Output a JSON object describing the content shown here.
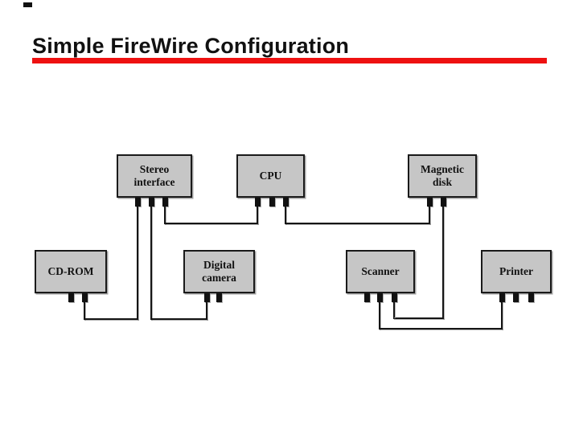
{
  "slide": {
    "title": "Simple FireWire Configuration"
  },
  "colors": {
    "accent_red": "#ee1111",
    "title_text": "#111111",
    "box_fill": "#c6c6c6",
    "box_border": "#1a1a1a",
    "wire": "#151515"
  },
  "diagram": {
    "nodes": [
      {
        "id": "stereo-interface",
        "label": "Stereo interface",
        "ports": 3
      },
      {
        "id": "cpu",
        "label": "CPU",
        "ports": 3
      },
      {
        "id": "magnetic-disk",
        "label": "Magnetic disk",
        "ports": 2
      },
      {
        "id": "cd-rom",
        "label": "CD-ROM",
        "ports": 2
      },
      {
        "id": "digital-camera",
        "label": "Digital camera",
        "ports": 2
      },
      {
        "id": "scanner",
        "label": "Scanner",
        "ports": 3
      },
      {
        "id": "printer",
        "label": "Printer",
        "ports": 3
      }
    ],
    "edges": [
      {
        "from": "Stereo interface",
        "to": "CPU"
      },
      {
        "from": "CPU",
        "to": "Magnetic disk"
      },
      {
        "from": "CD-ROM",
        "to": "Stereo interface"
      },
      {
        "from": "Stereo interface",
        "to": "Digital camera"
      },
      {
        "from": "Magnetic disk",
        "to": "Scanner"
      },
      {
        "from": "Scanner",
        "to": "Printer"
      }
    ]
  }
}
